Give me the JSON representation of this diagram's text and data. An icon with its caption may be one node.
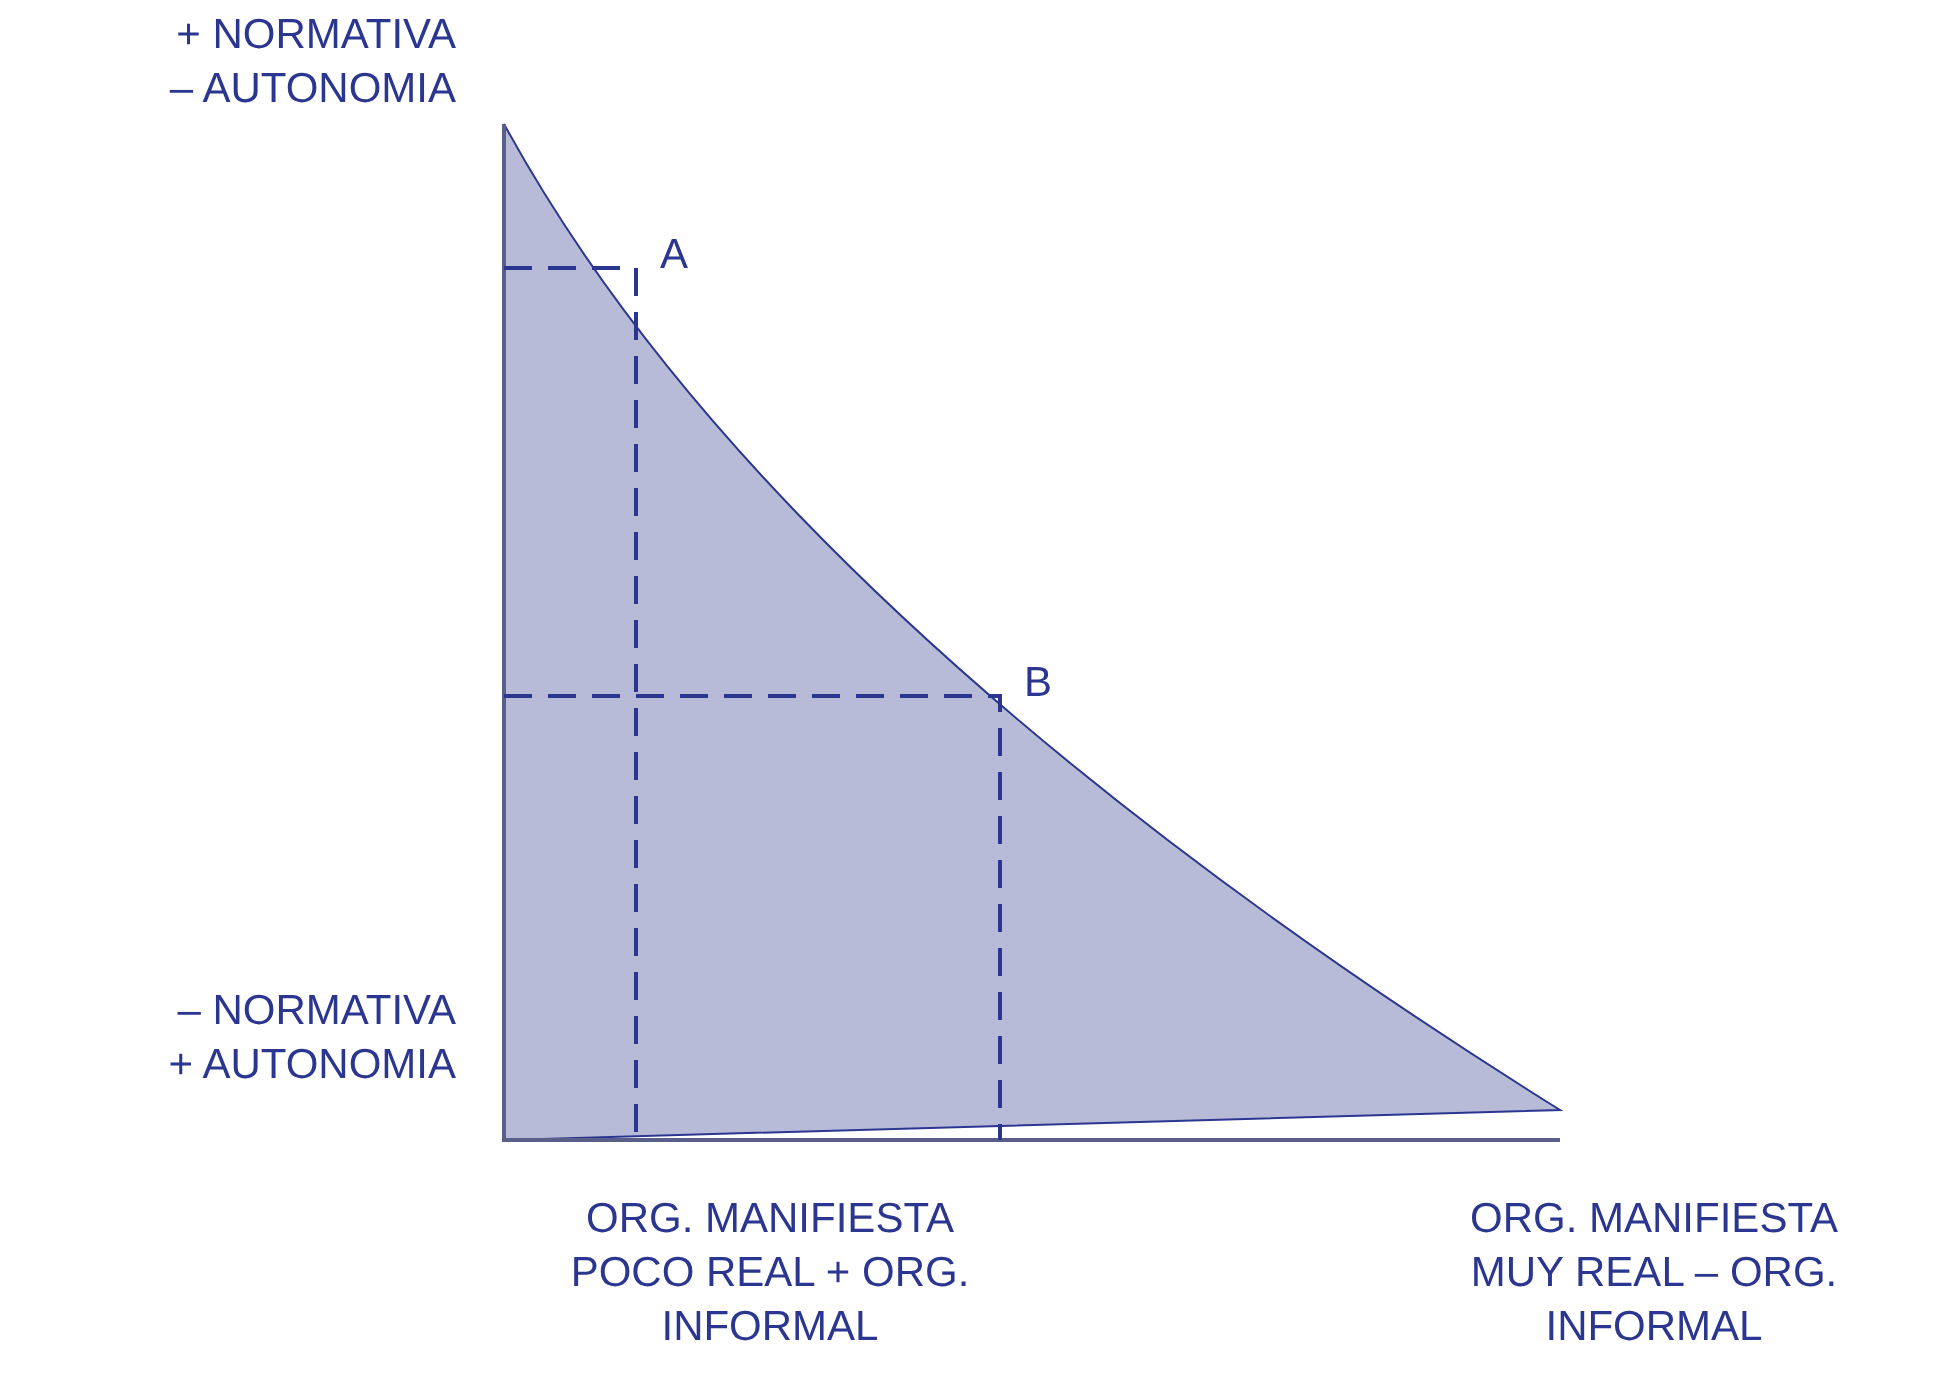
{
  "diagram": {
    "labels": [
      "+ NORMATIVA – AUTONOMIA",
      "A",
      "B",
      "– NORMATIVA + AUTONOMIA",
      "ORG. MANIFIESTA POCO REAL + ORG. INFORMAL",
      "ORG. MANIFIESTA MUY REAL – ORG. INFORMAL"
    ]
  }
}
